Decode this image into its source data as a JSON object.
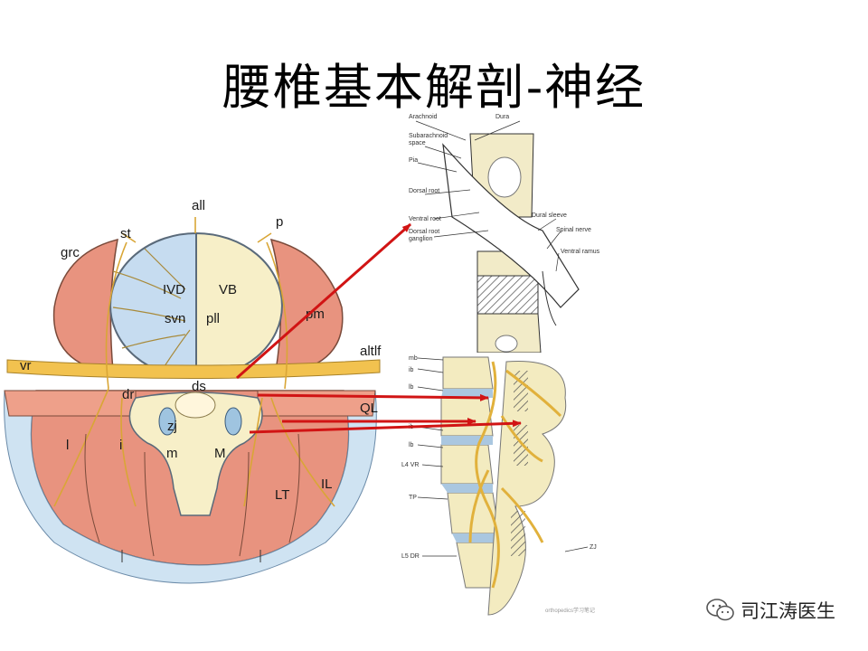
{
  "slide": {
    "title": "腰椎基本解剖-神经"
  },
  "cross_section_labels": {
    "all": "all",
    "st": "st",
    "p": "p",
    "grc": "grc",
    "ivd": "IVD",
    "vb": "VB",
    "svn": "svn",
    "pll": "pll",
    "pm": "pm",
    "altlf": "altlf",
    "vr": "vr",
    "dr": "dr",
    "ds": "ds",
    "ql": "QL",
    "zj": "zj",
    "m_small": "m",
    "m_big": "M",
    "l": "l",
    "i": "i",
    "lt": "LT",
    "il": "IL"
  },
  "root_sleeve_labels": {
    "arachnoid": "Arachnoid",
    "dura": "Dura",
    "subarachnoid_1": "Subarachnoid",
    "subarachnoid_2": "space",
    "pia": "Pia",
    "dorsal_root": "Dorsal root",
    "ventral_root": "Ventral root",
    "dorsal_ganglion_1": "Dorsal root",
    "dorsal_ganglion_2": "ganglion",
    "dural_sleeve": "Dural sleeve",
    "spinal_nerve": "Spinal nerve",
    "ventral_ramus": "Ventral ramus"
  },
  "lateral_spine_labels": {
    "mb": "mb",
    "ib1": "ib",
    "lb1": "lb",
    "ib2": "ib",
    "lb2": "lb",
    "l4vr": "L4 VR",
    "tp": "TP",
    "l5dr": "L5 DR",
    "zj": "ZJ"
  },
  "watermark": {
    "source": "orthopedics学习笔记",
    "account": "司江涛医生",
    "icon": "wechat-icon"
  },
  "colors": {
    "arrow": "#d11414",
    "muscle": "#e8937f",
    "disc_blue": "#c6dcf0",
    "bone": "#f7efc8",
    "nerve": "#e3b54a"
  }
}
